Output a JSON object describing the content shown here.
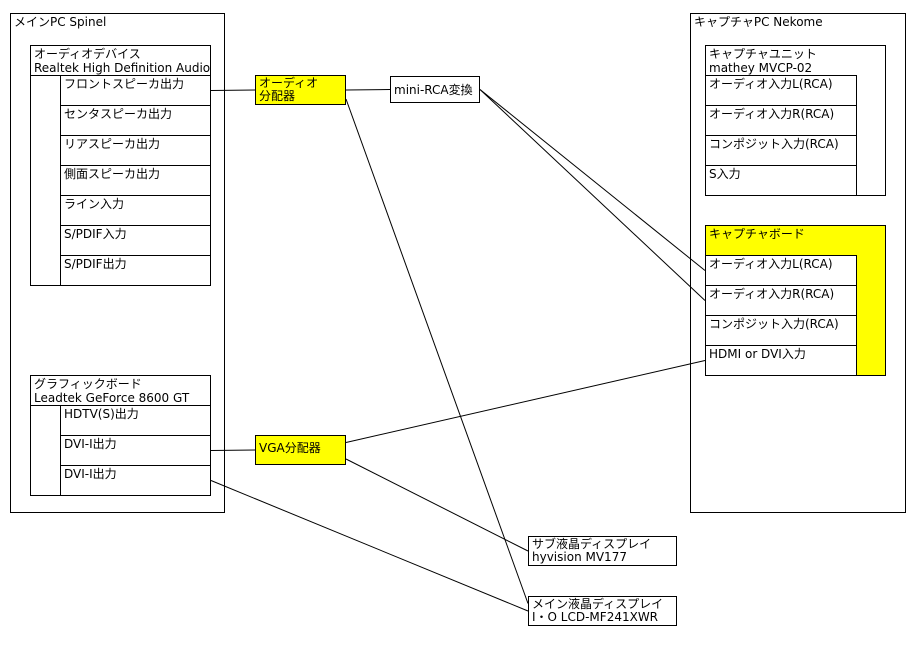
{
  "colors": {
    "highlight": "#ffff00",
    "line": "#000000",
    "background": "#ffffff"
  },
  "main_pc": {
    "title": "メインPC Spinel",
    "audio_device": {
      "title": "オーディオデバイス",
      "subtitle": "Realtek High Definition Audio",
      "ports": [
        "フロントスピーカ出力",
        "センタスピーカ出力",
        "リアスピーカ出力",
        "側面スピーカ出力",
        "ライン入力",
        "S/PDIF入力",
        "S/PDIF出力"
      ]
    },
    "graphics_board": {
      "title": "グラフィックボード",
      "subtitle": "Leadtek GeForce 8600 GT",
      "ports": [
        "HDTV(S)出力",
        "DVI-I出力",
        "DVI-I出力"
      ]
    }
  },
  "middle": {
    "audio_splitter_line1": "オーディオ",
    "audio_splitter_line2": "分配器",
    "mini_rca_converter": "mini-RCA変換",
    "vga_splitter": "VGA分配器",
    "sub_display_title": "サブ液晶ディスプレイ",
    "sub_display_model": "hyvision MV177",
    "main_display_title": "メイン液晶ディスプレイ",
    "main_display_model": "I・O LCD-MF241XWR"
  },
  "capture_pc": {
    "title": "キャプチャPC Nekome",
    "capture_unit": {
      "title": "キャプチャユニット",
      "subtitle": "mathey MVCP-02",
      "ports": [
        "オーディオ入力L(RCA)",
        "オーディオ入力R(RCA)",
        "コンポジット入力(RCA)",
        "S入力"
      ]
    },
    "capture_board": {
      "title": "キャプチャボード",
      "ports": [
        "オーディオ入力L(RCA)",
        "オーディオ入力R(RCA)",
        "コンポジット入力(RCA)",
        "HDMI or DVI入力"
      ]
    }
  },
  "connections": [
    {
      "from": "front-speaker-out",
      "fromAnchor": "right",
      "to": "audio-splitter",
      "toAnchor": "left"
    },
    {
      "from": "audio-splitter",
      "fromAnchor": "right",
      "to": "mini-rca-converter",
      "toAnchor": "left"
    },
    {
      "from": "mini-rca-converter",
      "fromAnchor": "right",
      "to": "board-audio-in-l",
      "toAnchor": "left"
    },
    {
      "from": "mini-rca-converter",
      "fromAnchor": "right",
      "to": "board-audio-in-r",
      "toAnchor": "left"
    },
    {
      "from": "audio-splitter",
      "fromAnchor": "rightBottom",
      "to": "main-lcd",
      "toAnchor": "leftTop"
    },
    {
      "from": "dvi-out-1",
      "fromAnchor": "right",
      "to": "vga-splitter",
      "toAnchor": "left"
    },
    {
      "from": "vga-splitter",
      "fromAnchor": "rightTop",
      "to": "board-hdmi-in",
      "toAnchor": "left"
    },
    {
      "from": "vga-splitter",
      "fromAnchor": "rightBottom",
      "to": "sub-lcd",
      "toAnchor": "left"
    },
    {
      "from": "dvi-out-2",
      "fromAnchor": "right",
      "to": "main-lcd",
      "toAnchor": "left"
    }
  ]
}
